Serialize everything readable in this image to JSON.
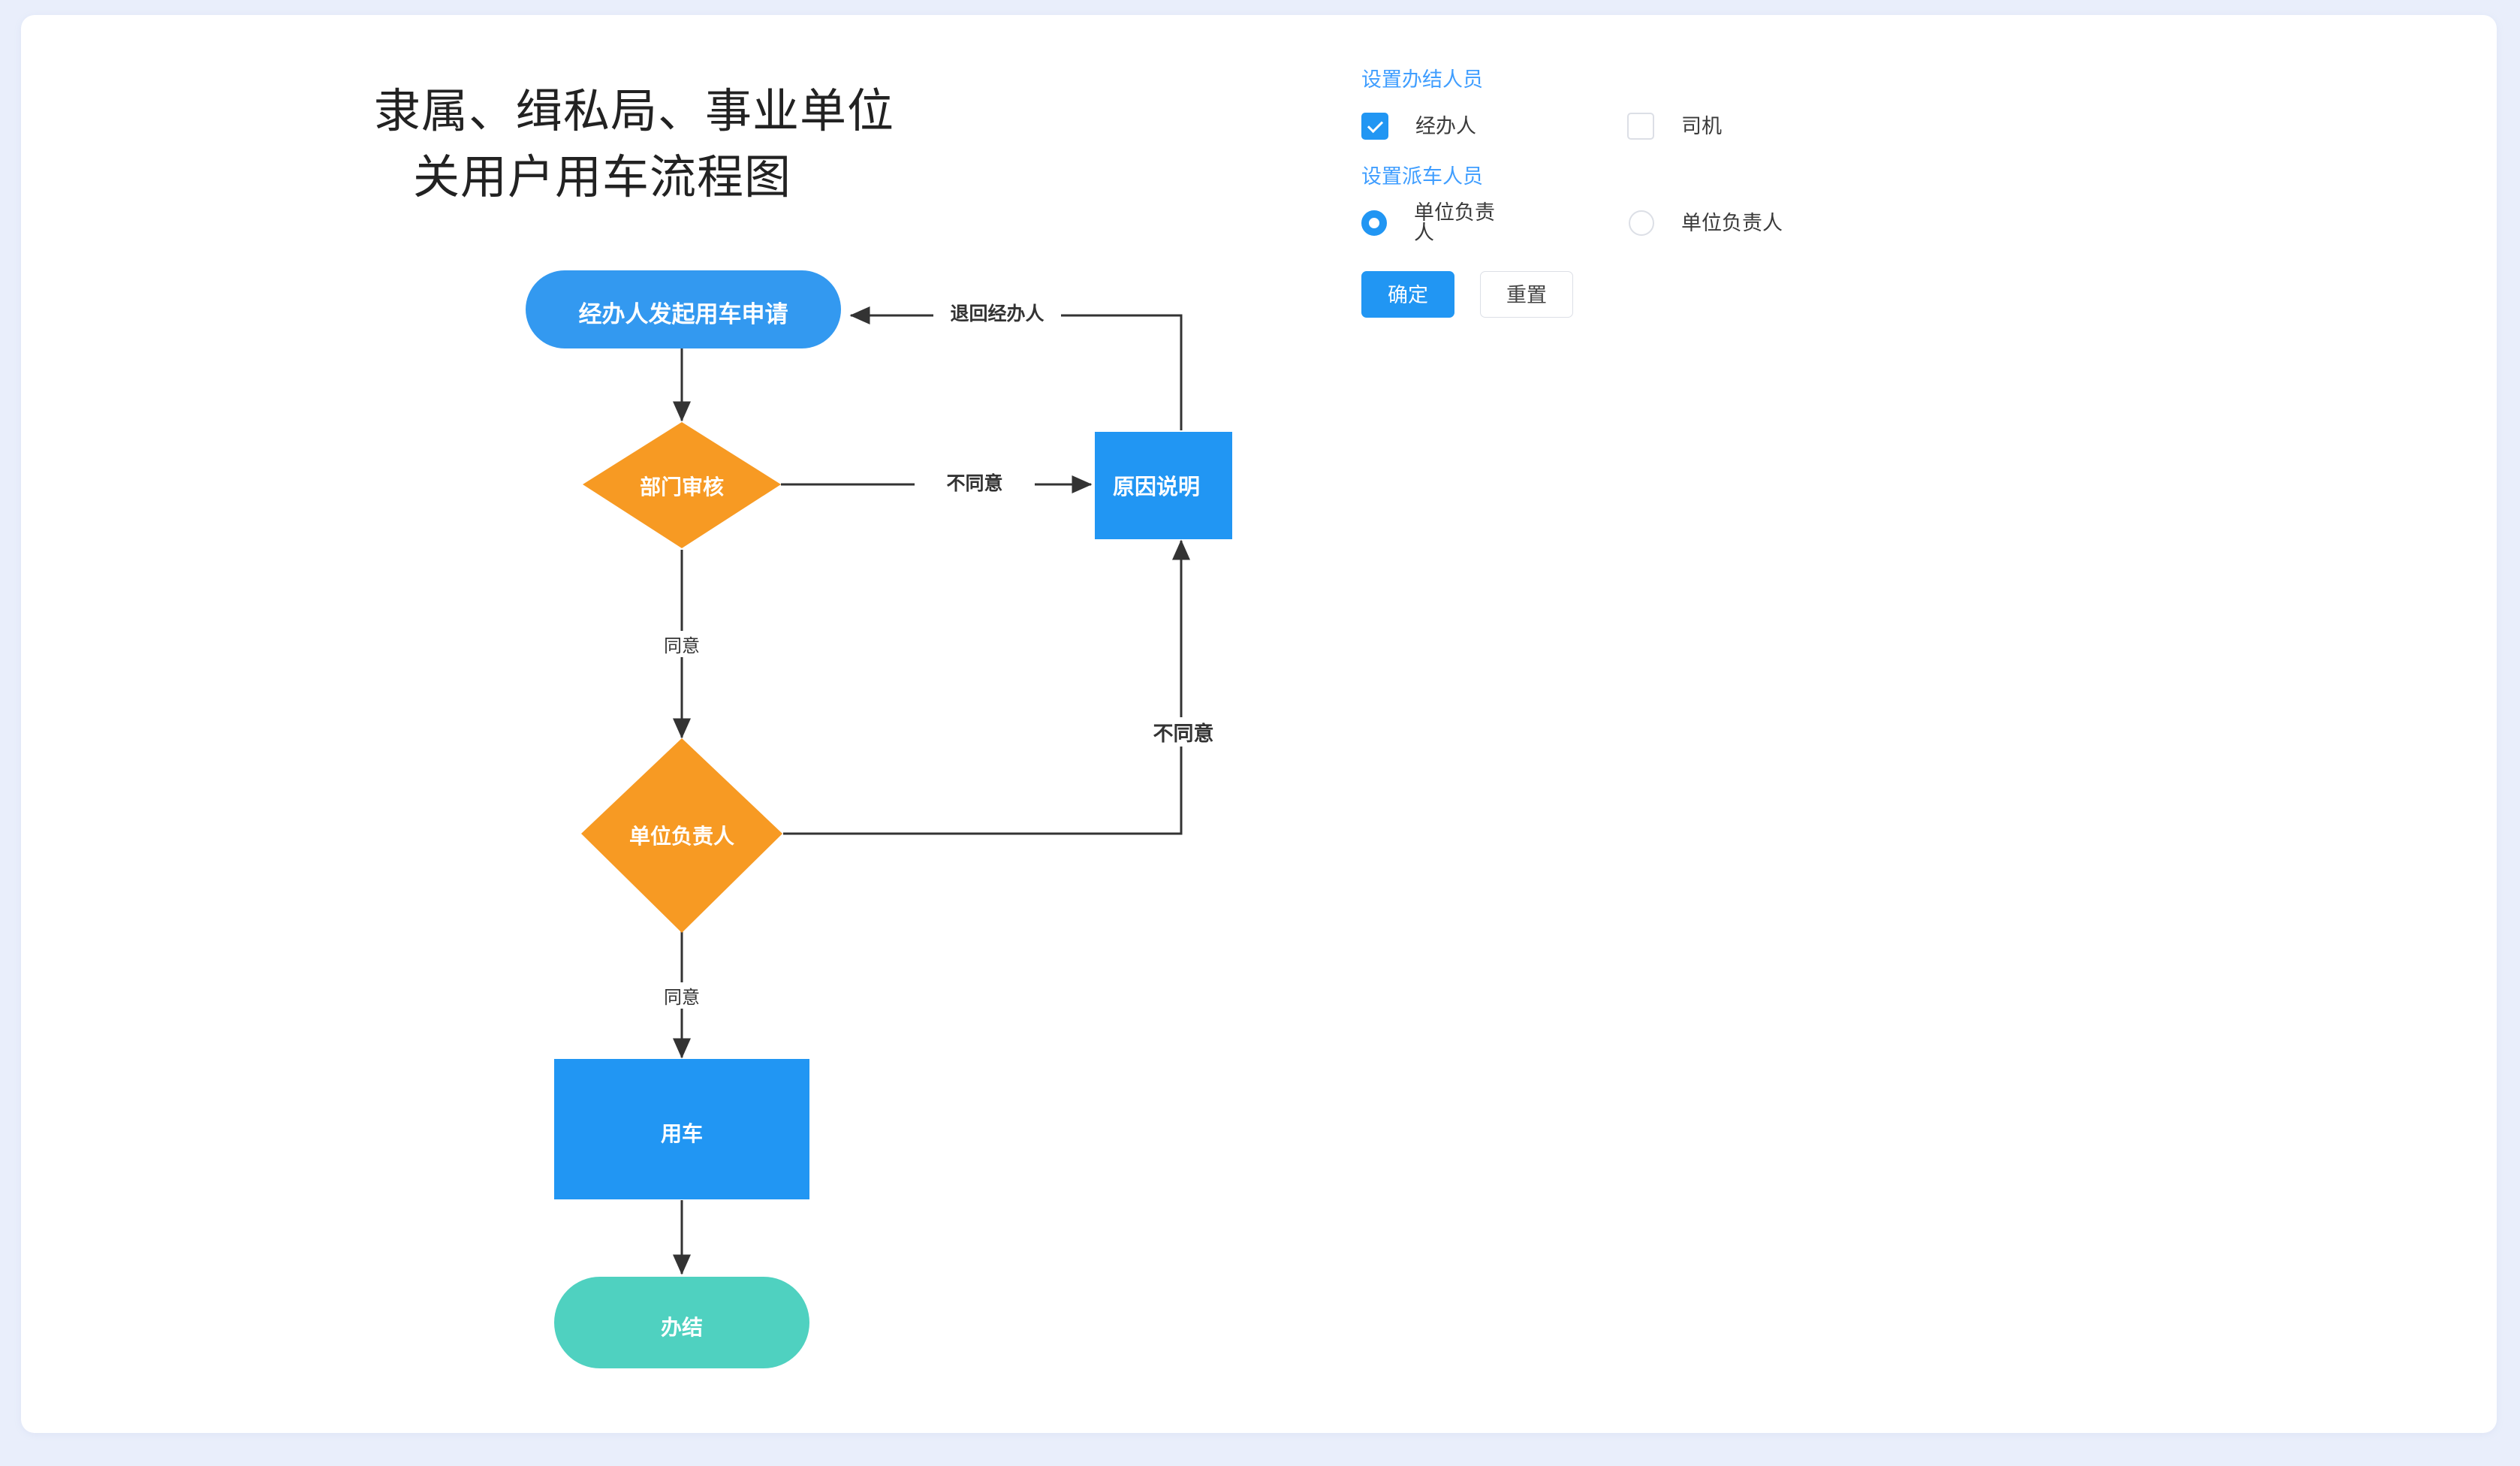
{
  "page": {
    "background_color": "#e9eefb",
    "card_color": "#ffffff"
  },
  "flowchart": {
    "title_line1": "隶属、缉私局、事业单位",
    "title_line2": "关用户用车流程图",
    "colors": {
      "start_node": "#3399f0",
      "process_node": "#2196f3",
      "decision_node": "#f79a23",
      "end_node": "#4fd1c0",
      "edge": "#333333"
    },
    "nodes": [
      {
        "id": "start",
        "label": "经办人发起用车申请",
        "shape": "pill",
        "color": "#3399f0"
      },
      {
        "id": "dept",
        "label": "部门审核",
        "shape": "diamond",
        "color": "#f79a23"
      },
      {
        "id": "reason",
        "label": "原因说明",
        "shape": "rect",
        "color": "#2196f3"
      },
      {
        "id": "leader",
        "label": "单位负责人",
        "shape": "diamond",
        "color": "#f79a23"
      },
      {
        "id": "usecar",
        "label": "用车",
        "shape": "rect",
        "color": "#2196f3"
      },
      {
        "id": "done",
        "label": "办结",
        "shape": "pill",
        "color": "#4fd1c0"
      }
    ],
    "edges": [
      {
        "from": "start",
        "to": "dept",
        "label": ""
      },
      {
        "from": "dept",
        "to": "reason",
        "label": "不同意"
      },
      {
        "from": "dept",
        "to": "leader",
        "label": "同意"
      },
      {
        "from": "reason",
        "to": "start",
        "label": "退回经办人"
      },
      {
        "from": "leader",
        "to": "reason",
        "label": "不同意"
      },
      {
        "from": "leader",
        "to": "usecar",
        "label": "同意"
      },
      {
        "from": "usecar",
        "to": "done",
        "label": ""
      }
    ]
  },
  "form": {
    "groups": [
      {
        "title": "设置办结人员",
        "control": "checkbox",
        "options": [
          {
            "label": "经办人",
            "checked": true
          },
          {
            "label": "司机",
            "checked": false
          }
        ]
      },
      {
        "title": "设置派车人员",
        "control": "radio",
        "options": [
          {
            "label": "单位负责人",
            "checked": true
          },
          {
            "label": "单位负责人",
            "checked": false
          }
        ]
      }
    ],
    "buttons": {
      "submit_label": "确定",
      "reset_label": "重置"
    }
  }
}
